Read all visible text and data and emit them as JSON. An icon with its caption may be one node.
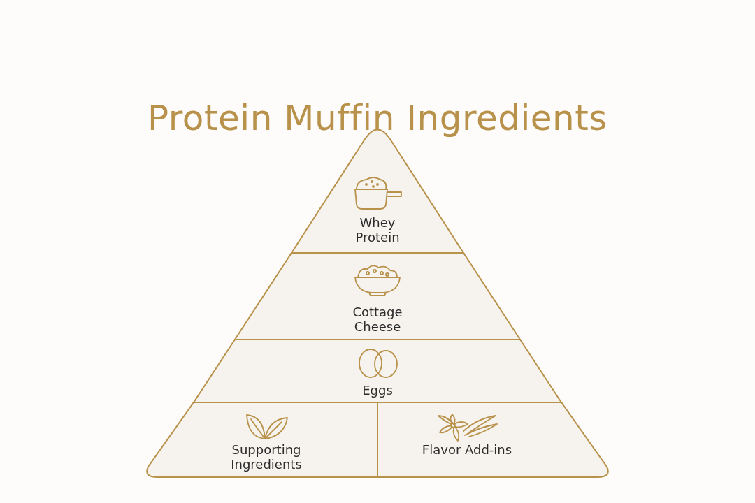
{
  "diagram": {
    "title": "Protein Muffin Ingredients",
    "nodes": [
      {
        "text": [
          "Whey Protein"
        ]
      },
      {
        "text": [
          "Cottage Cheese"
        ]
      },
      {
        "text": [
          "Eggs"
        ]
      },
      {
        "text": [
          "Supporting Ingredients"
        ]
      },
      {
        "text": [
          "Flavor Add-ins"
        ]
      }
    ]
  }
}
